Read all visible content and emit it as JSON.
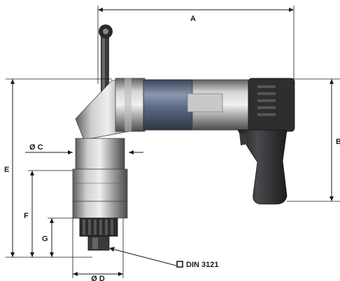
{
  "dimensions": {
    "a": "A",
    "b": "B",
    "c": "Ø C",
    "d": "Ø D",
    "e": "E",
    "f": "F",
    "g": "G"
  },
  "callout": {
    "square_drive": "DIN 3121",
    "square_drive_icon": "square-drive-symbol-icon"
  },
  "colors": {
    "body_metal": "#9a9a9a",
    "grip_dark": "#2e2e30",
    "motor_blue": "#5a6a86",
    "line": "#1a1a1a"
  }
}
